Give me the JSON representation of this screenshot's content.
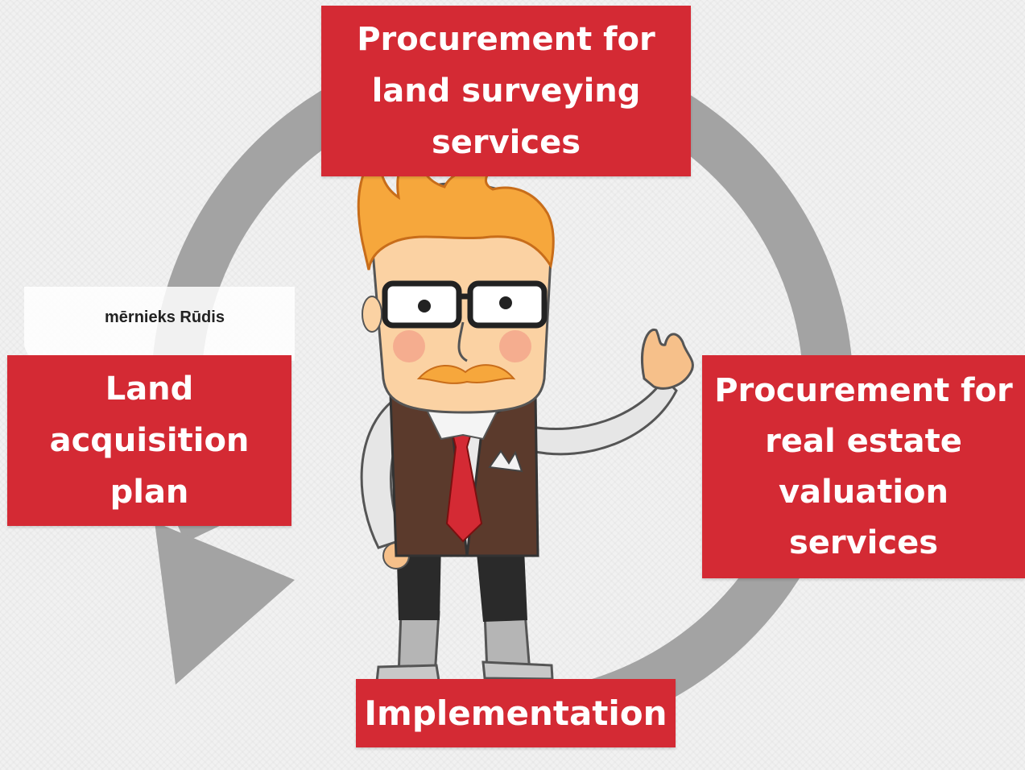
{
  "diagram": {
    "nodes": {
      "top": {
        "lines": [
          "Procurement for",
          "land surveying",
          "services"
        ]
      },
      "right": {
        "lines": [
          "Procurement for",
          "real estate",
          "valuation",
          "services"
        ]
      },
      "bottom": {
        "lines": [
          "Implementation"
        ]
      },
      "left": {
        "lines": [
          "Land",
          "acquisition",
          "plan"
        ]
      }
    },
    "cycle_direction": "clockwise",
    "brand_label": "mērnieks Rūdis",
    "colors": {
      "box": "#d42a34",
      "box_text": "#ffffff",
      "cycle_arrow": "#a3a3a3",
      "background": "#f1f1f1"
    }
  }
}
